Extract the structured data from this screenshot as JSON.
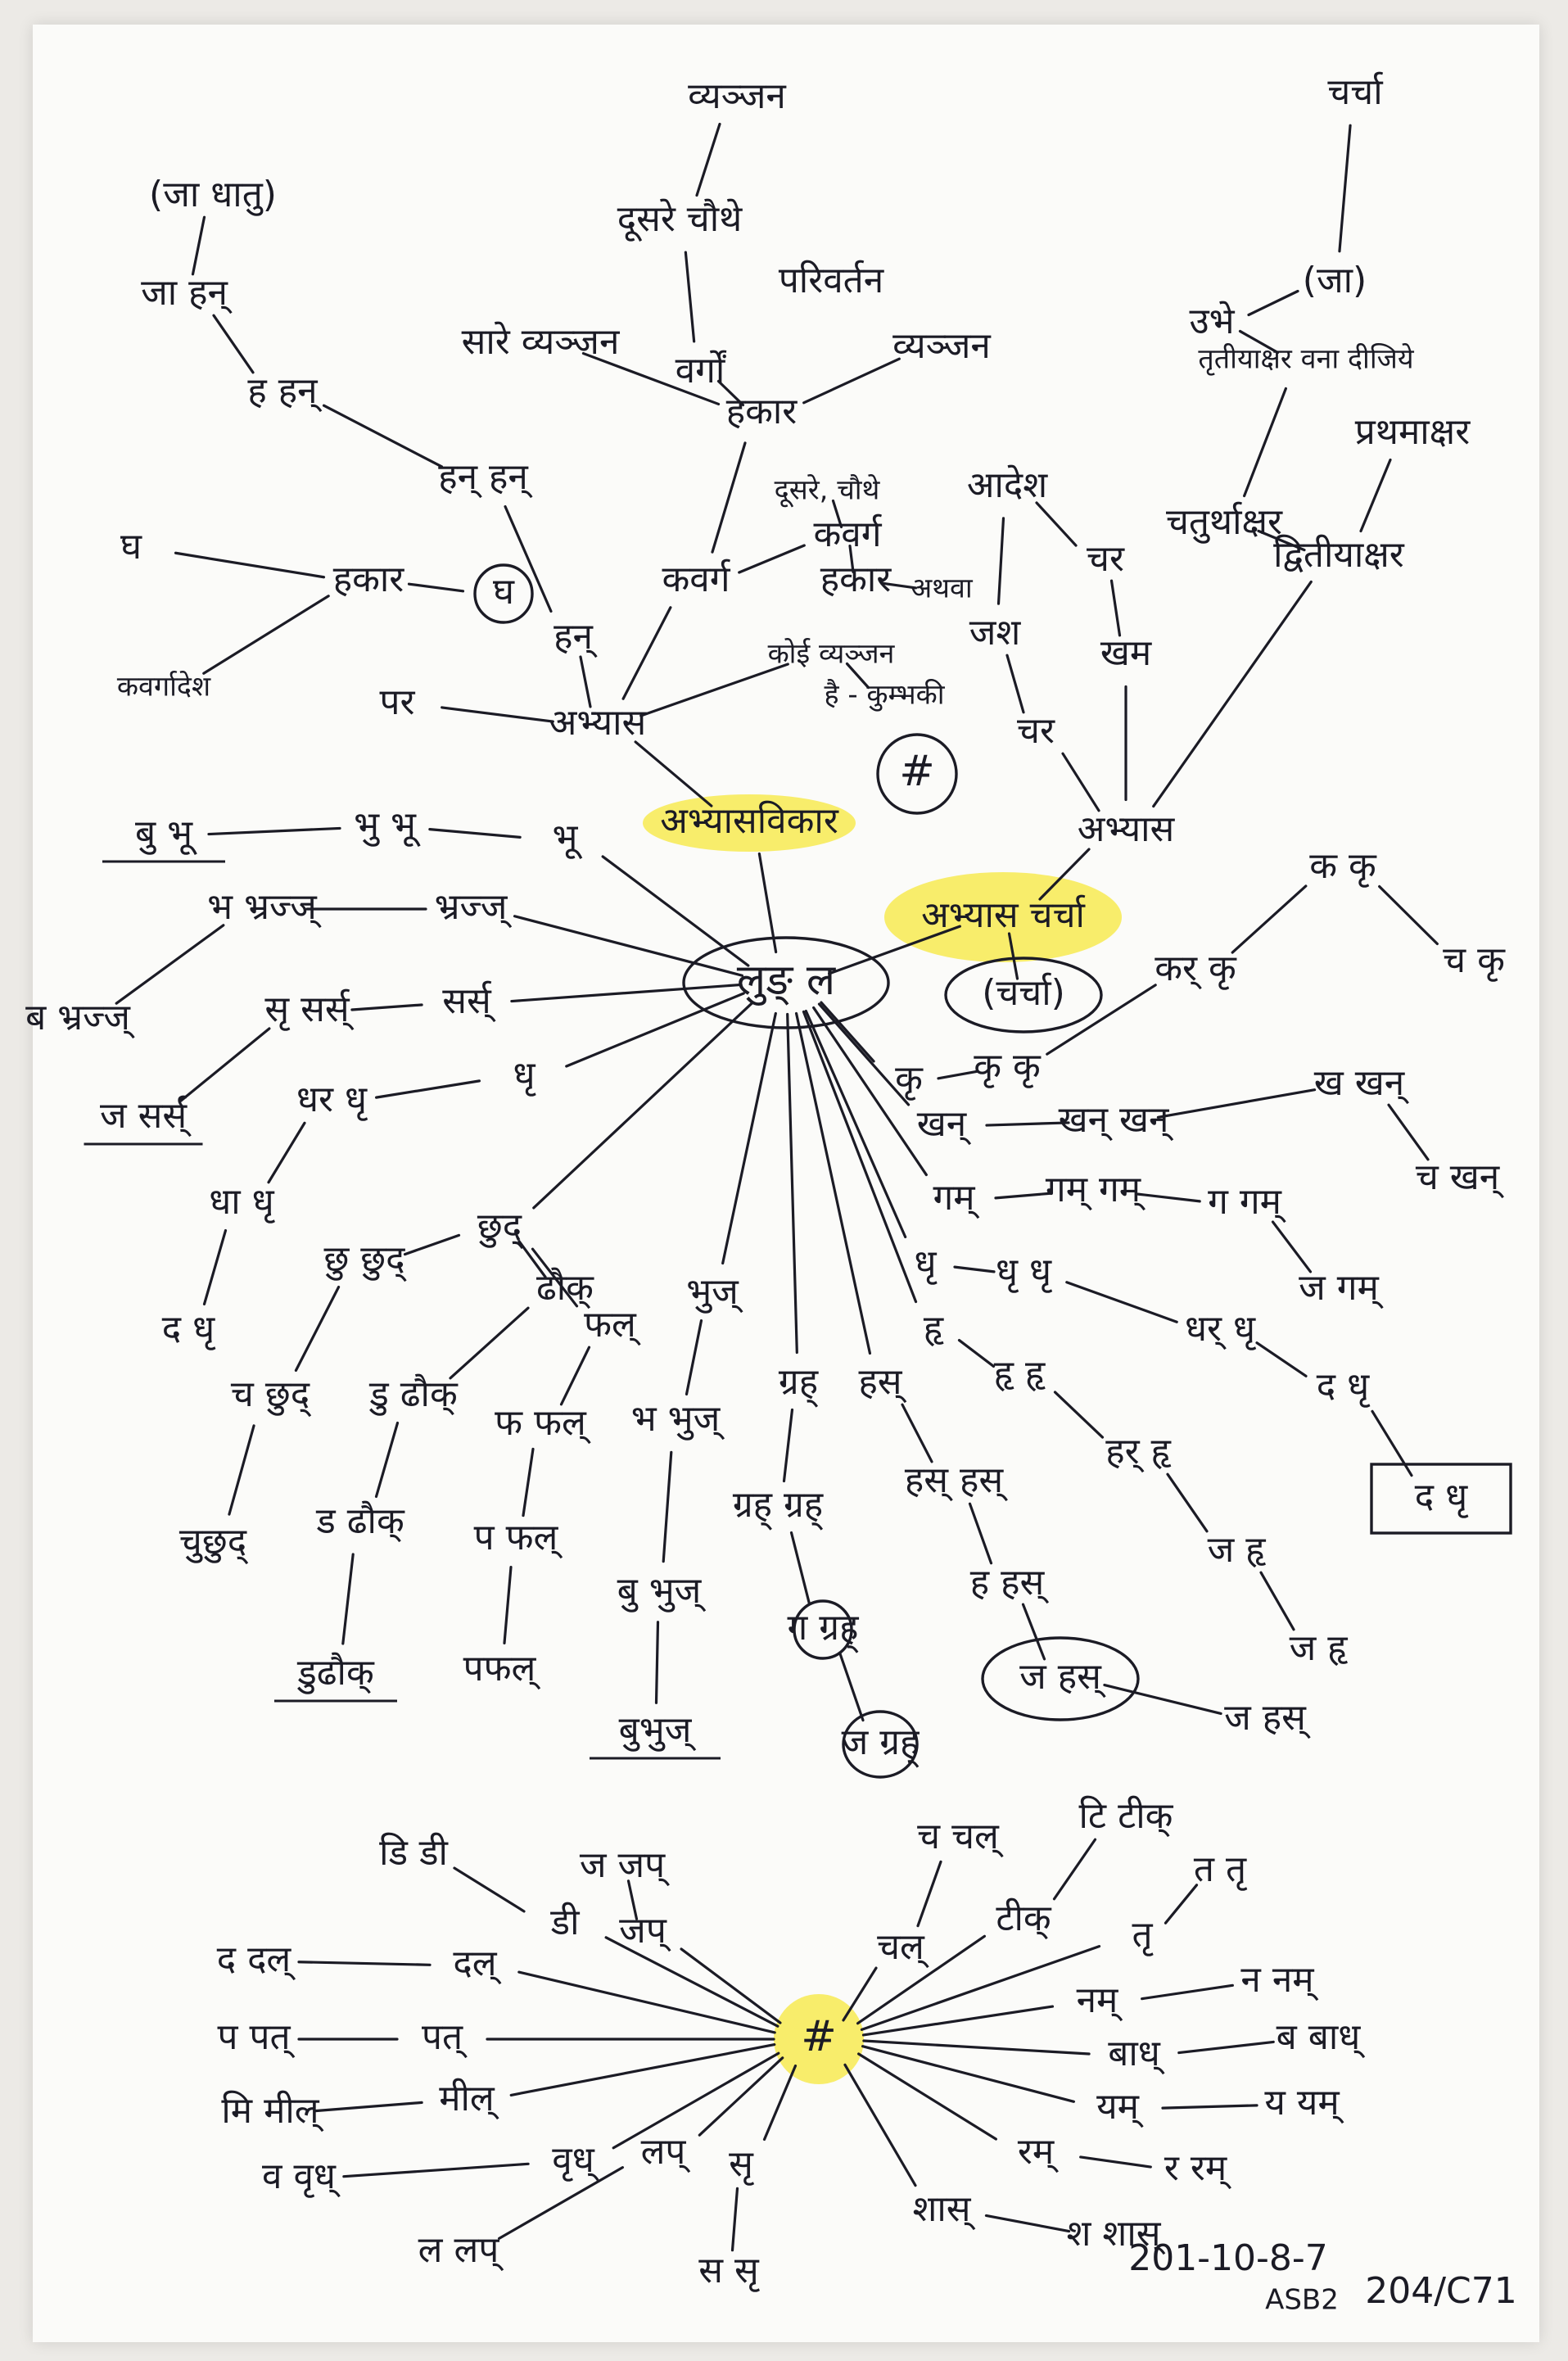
{
  "colors": {
    "ink": "#1b1b25",
    "highlight": "#f7ea52",
    "paper": "#fbfbf9"
  },
  "nodes": [
    {
      "id": "center",
      "text": "लुङ् ल"
    },
    {
      "id": "abhyasa_vikara",
      "text": "अभ्यासविकार"
    },
    {
      "id": "abhyas_charcha",
      "text": "अभ्यास चर्चा"
    },
    {
      "id": "charcha_paren",
      "text": "(चर्चा)"
    },
    {
      "id": "charcha_top",
      "text": "चर्चा"
    },
    {
      "id": "ja_paren",
      "text": "(जा)"
    },
    {
      "id": "ubhe",
      "text": "उभे"
    },
    {
      "id": "tritiyakshar",
      "text": "तृतीयाक्षर वना दीजिये"
    },
    {
      "id": "prathamakshar",
      "text": "प्रथमाक्षर"
    },
    {
      "id": "chaturthakshar",
      "text": "चतुर्थाक्षर"
    },
    {
      "id": "dvitiyakshar",
      "text": "द्वितीयाक्षर"
    },
    {
      "id": "chha_charcha",
      "text": "चर"
    },
    {
      "id": "khana",
      "text": "खम"
    },
    {
      "id": "jash",
      "text": "जश"
    },
    {
      "id": "chhar",
      "text": "चर"
    },
    {
      "id": "ades",
      "text": "आदेश"
    },
    {
      "id": "abhyas_right",
      "text": "अभ्यास"
    },
    {
      "id": "vyanjan_top",
      "text": "व्यञ्जन"
    },
    {
      "id": "doosre_chauthe",
      "text": "दूसरे चौथे"
    },
    {
      "id": "parivartan",
      "text": "परिवर्तन"
    },
    {
      "id": "sare_vyanjan",
      "text": "सारे व्यञ्जन"
    },
    {
      "id": "varga",
      "text": "वर्गों"
    },
    {
      "id": "vyanjan_right",
      "text": "व्यञ्जन"
    },
    {
      "id": "hakar_top",
      "text": "हकार"
    },
    {
      "id": "doosre_chauthe2",
      "text": "दूसरे, चौथे"
    },
    {
      "id": "kavarg",
      "text": "कवर्ग"
    },
    {
      "id": "kavarg2",
      "text": "कवर्ग"
    },
    {
      "id": "hakar2",
      "text": "हकार"
    },
    {
      "id": "athava",
      "text": "अथवा"
    },
    {
      "id": "koi_vyanjan",
      "text": "कोई व्यञ्जन"
    },
    {
      "id": "kumbhakar",
      "text": "है - कुम्भकी"
    },
    {
      "id": "hash1",
      "text": "#"
    },
    {
      "id": "ja_dhatu",
      "text": "(जा धातु)"
    },
    {
      "id": "ja_han",
      "text": "जा हन्"
    },
    {
      "id": "ha_han",
      "text": "ह हन्"
    },
    {
      "id": "han_han",
      "text": "हन् हन्"
    },
    {
      "id": "han",
      "text": "हन्"
    },
    {
      "id": "hakar_left",
      "text": "हकार"
    },
    {
      "id": "gha_circ",
      "text": "घ"
    },
    {
      "id": "gha",
      "text": "घ"
    },
    {
      "id": "kavargadesh",
      "text": "कवर्गादेश"
    },
    {
      "id": "par",
      "text": "पर"
    },
    {
      "id": "abhyas_mid",
      "text": "अभ्यास"
    },
    {
      "id": "bhu_bhu",
      "text": "बु भू"
    },
    {
      "id": "bhu_bhu2",
      "text": "भु भू"
    },
    {
      "id": "bhu",
      "text": "भू"
    },
    {
      "id": "b_bhrasj",
      "text": "भ भ्रज्ज्"
    },
    {
      "id": "bhrasj",
      "text": "भ्रज्ज्"
    },
    {
      "id": "ba_bhrasj",
      "text": "ब भ्रज्ज्"
    },
    {
      "id": "sr_srs",
      "text": "सृ सर्स्"
    },
    {
      "id": "srs",
      "text": "सर्स्"
    },
    {
      "id": "ja_srs",
      "text": "ज सर्स्"
    },
    {
      "id": "dha_dha",
      "text": "धर धृ"
    },
    {
      "id": "dha",
      "text": "धृ"
    },
    {
      "id": "dha_dha2",
      "text": "धा धृ"
    },
    {
      "id": "da_dha",
      "text": "द धृ"
    },
    {
      "id": "chh_ch",
      "text": "छु छुद्"
    },
    {
      "id": "chhud",
      "text": "छुद्"
    },
    {
      "id": "ch_chhud",
      "text": "च छुद्"
    },
    {
      "id": "chu_chhud",
      "text": "चुछुद्"
    },
    {
      "id": "dhauk",
      "text": "ढौक्"
    },
    {
      "id": "du_dhauk",
      "text": "डु ढौक्"
    },
    {
      "id": "da_dhauk",
      "text": "ड ढौक्"
    },
    {
      "id": "dudhauk",
      "text": "डुढौक्"
    },
    {
      "id": "phal",
      "text": "फल्"
    },
    {
      "id": "pha_phal",
      "text": "फ फल्"
    },
    {
      "id": "pa_phal",
      "text": "प फल्"
    },
    {
      "id": "paphal",
      "text": "पफल्"
    },
    {
      "id": "bhuj",
      "text": "भुज्"
    },
    {
      "id": "bh_bhuj",
      "text": "भ भुज्"
    },
    {
      "id": "bu_bhuj",
      "text": "बु भुज्"
    },
    {
      "id": "bubhuj",
      "text": "बुभुज्"
    },
    {
      "id": "grah",
      "text": "ग्रह्"
    },
    {
      "id": "grah_grah",
      "text": "ग्रह् ग्रह्"
    },
    {
      "id": "ga_grah",
      "text": "ग ग्रह्"
    },
    {
      "id": "ja_grah",
      "text": "ज ग्रह्"
    },
    {
      "id": "has",
      "text": "हस्"
    },
    {
      "id": "has_has",
      "text": "हस् हस्"
    },
    {
      "id": "ha_has",
      "text": "ह हस्"
    },
    {
      "id": "ja_has",
      "text": "ज हस्"
    },
    {
      "id": "ja_has2",
      "text": "ज हस्"
    },
    {
      "id": "hr",
      "text": "हृ"
    },
    {
      "id": "hr_hr",
      "text": "हृ हृ"
    },
    {
      "id": "har_hr",
      "text": "हर् हृ"
    },
    {
      "id": "ja_hr",
      "text": "ज हृ"
    },
    {
      "id": "ja_hr2",
      "text": "ज हृ"
    },
    {
      "id": "dhr",
      "text": "धृ"
    },
    {
      "id": "dhr_dhr",
      "text": "धृ धृ"
    },
    {
      "id": "dhar_dhr",
      "text": "धर् धृ"
    },
    {
      "id": "da_dhr",
      "text": "द धृ"
    },
    {
      "id": "da_dhr_box",
      "text": "द धृ"
    },
    {
      "id": "gam",
      "text": "गम्"
    },
    {
      "id": "gam_gam",
      "text": "गम् गम्"
    },
    {
      "id": "ga_gam",
      "text": "ग गम्"
    },
    {
      "id": "ja_gam",
      "text": "ज गम्"
    },
    {
      "id": "khan",
      "text": "खन्"
    },
    {
      "id": "khan_khan",
      "text": "खन् खन्"
    },
    {
      "id": "kha_khan",
      "text": "ख खन्"
    },
    {
      "id": "cha_khan",
      "text": "च खन्"
    },
    {
      "id": "kr",
      "text": "कृ"
    },
    {
      "id": "kr_kr",
      "text": "कृ कृ"
    },
    {
      "id": "kar_kr",
      "text": "कर् कृ"
    },
    {
      "id": "ka_kr",
      "text": "क कृ"
    },
    {
      "id": "cha_kr",
      "text": "च कृ"
    },
    {
      "id": "hash2",
      "text": "#"
    },
    {
      "id": "da_dal",
      "text": "द दल्"
    },
    {
      "id": "dal",
      "text": "दल्"
    },
    {
      "id": "di_dee",
      "text": "डि डी"
    },
    {
      "id": "dee",
      "text": "डी"
    },
    {
      "id": "ja_jap",
      "text": "ज जप्"
    },
    {
      "id": "jap",
      "text": "जप्"
    },
    {
      "id": "pa_pat",
      "text": "प पत्"
    },
    {
      "id": "pat",
      "text": "पत्"
    },
    {
      "id": "mi_meel",
      "text": "मि मील्"
    },
    {
      "id": "meel",
      "text": "मील्"
    },
    {
      "id": "va_vridh",
      "text": "व वृध्"
    },
    {
      "id": "vridh",
      "text": "वृध्"
    },
    {
      "id": "lap",
      "text": "लप्"
    },
    {
      "id": "la_lap",
      "text": "ल लप्"
    },
    {
      "id": "su",
      "text": "सृ"
    },
    {
      "id": "sa_su",
      "text": "स सृ"
    },
    {
      "id": "chal",
      "text": "चल्"
    },
    {
      "id": "cha_chal",
      "text": "च चल्"
    },
    {
      "id": "ti_tik",
      "text": "टि टीक्"
    },
    {
      "id": "tik",
      "text": "टीक्"
    },
    {
      "id": "tr",
      "text": "तृ"
    },
    {
      "id": "ta_tr",
      "text": "त तृ"
    },
    {
      "id": "nam",
      "text": "नम्"
    },
    {
      "id": "na_nam",
      "text": "न नम्"
    },
    {
      "id": "badh",
      "text": "बाध्"
    },
    {
      "id": "ba_badh",
      "text": "ब बाध्"
    },
    {
      "id": "yam",
      "text": "यम्"
    },
    {
      "id": "ya_yam",
      "text": "य यम्"
    },
    {
      "id": "ram",
      "text": "रम्"
    },
    {
      "id": "ra_ram",
      "text": "र रम्"
    },
    {
      "id": "shas",
      "text": "शास्"
    },
    {
      "id": "sha_shas",
      "text": "श शास्"
    }
  ],
  "footer": {
    "date": "201-10-8-7",
    "code": "ASB2",
    "page": "204/C71"
  }
}
